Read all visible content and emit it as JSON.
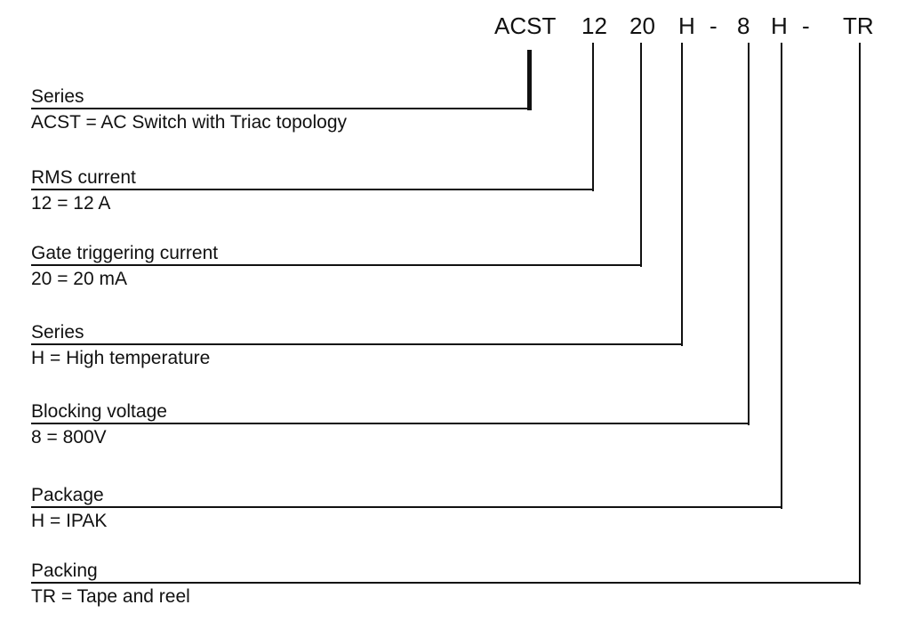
{
  "part_number": {
    "full": "ACST 12 20 H - 8 H - TR",
    "segments": [
      "ACST",
      "12",
      "20",
      "H",
      "-",
      "8",
      "H",
      "-",
      "TR"
    ]
  },
  "fields": [
    {
      "label": "Series",
      "value": "ACST = AC Switch with Triac topology"
    },
    {
      "label": "RMS current",
      "value": "12 = 12 A"
    },
    {
      "label": "Gate triggering current",
      "value": "20 = 20 mA"
    },
    {
      "label": "Series",
      "value": "H = High temperature"
    },
    {
      "label": "Blocking voltage",
      "value": "8 = 800V"
    },
    {
      "label": "Package",
      "value": "H = IPAK"
    },
    {
      "label": "Packing",
      "value": "TR = Tape and reel"
    }
  ],
  "colors": {
    "background": "#ffffff",
    "ink": "#111111"
  }
}
